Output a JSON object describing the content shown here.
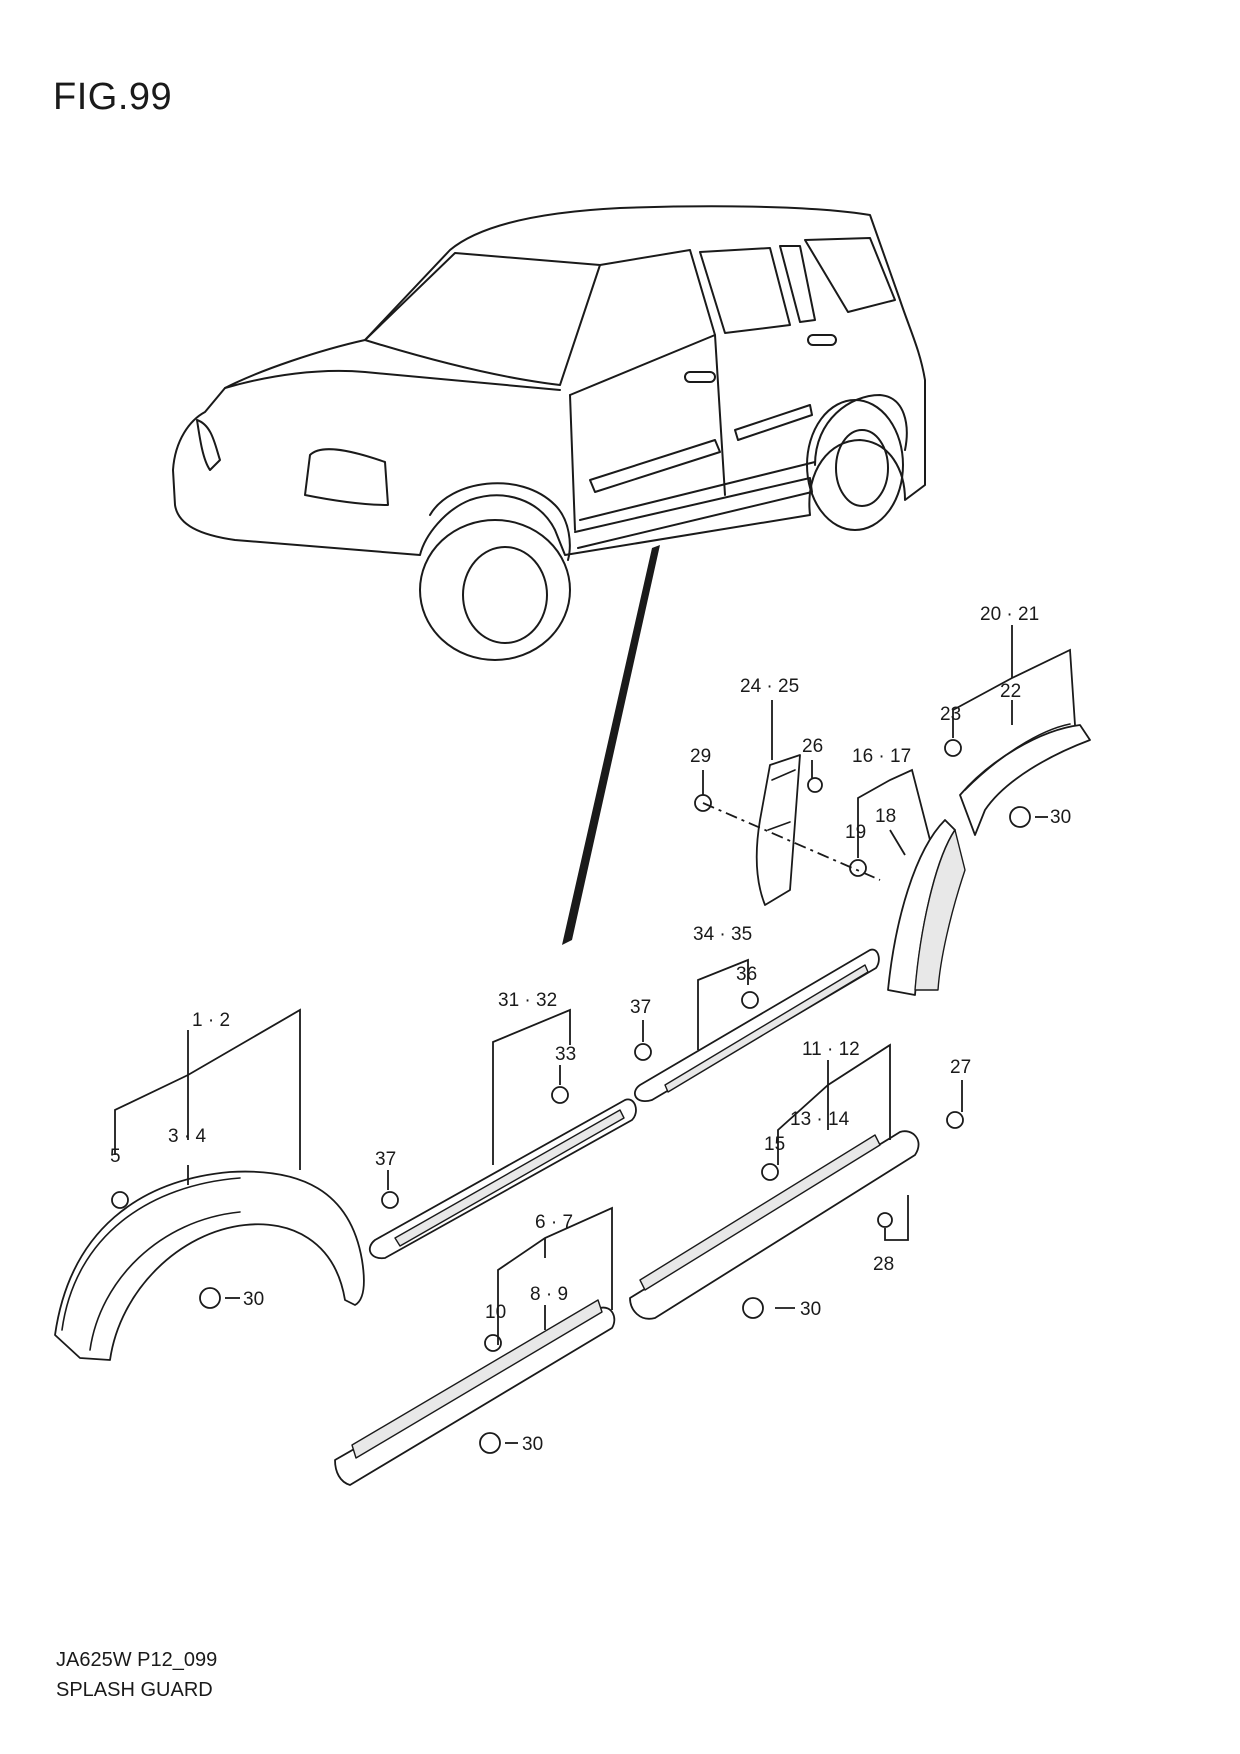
{
  "figure": {
    "title": "FIG.99",
    "code": "JA625W P12_099",
    "name": "SPLASH GUARD"
  },
  "callouts": {
    "c1_2": "1 · 2",
    "c3_4": "3 · 4",
    "c5": "5",
    "c6_7": "6 · 7",
    "c8_9": "8 · 9",
    "c10": "10",
    "c11_12": "11 · 12",
    "c13_14": "13 · 14",
    "c15": "15",
    "c16_17": "16 · 17",
    "c18": "18",
    "c19": "19",
    "c20_21": "20 · 21",
    "c22": "22",
    "c23": "23",
    "c24_25": "24 · 25",
    "c26": "26",
    "c27": "27",
    "c28": "28",
    "c29": "29",
    "c30": "30",
    "c31_32": "31 · 32",
    "c33": "33",
    "c34_35": "34 · 35",
    "c36": "36",
    "c37": "37"
  }
}
